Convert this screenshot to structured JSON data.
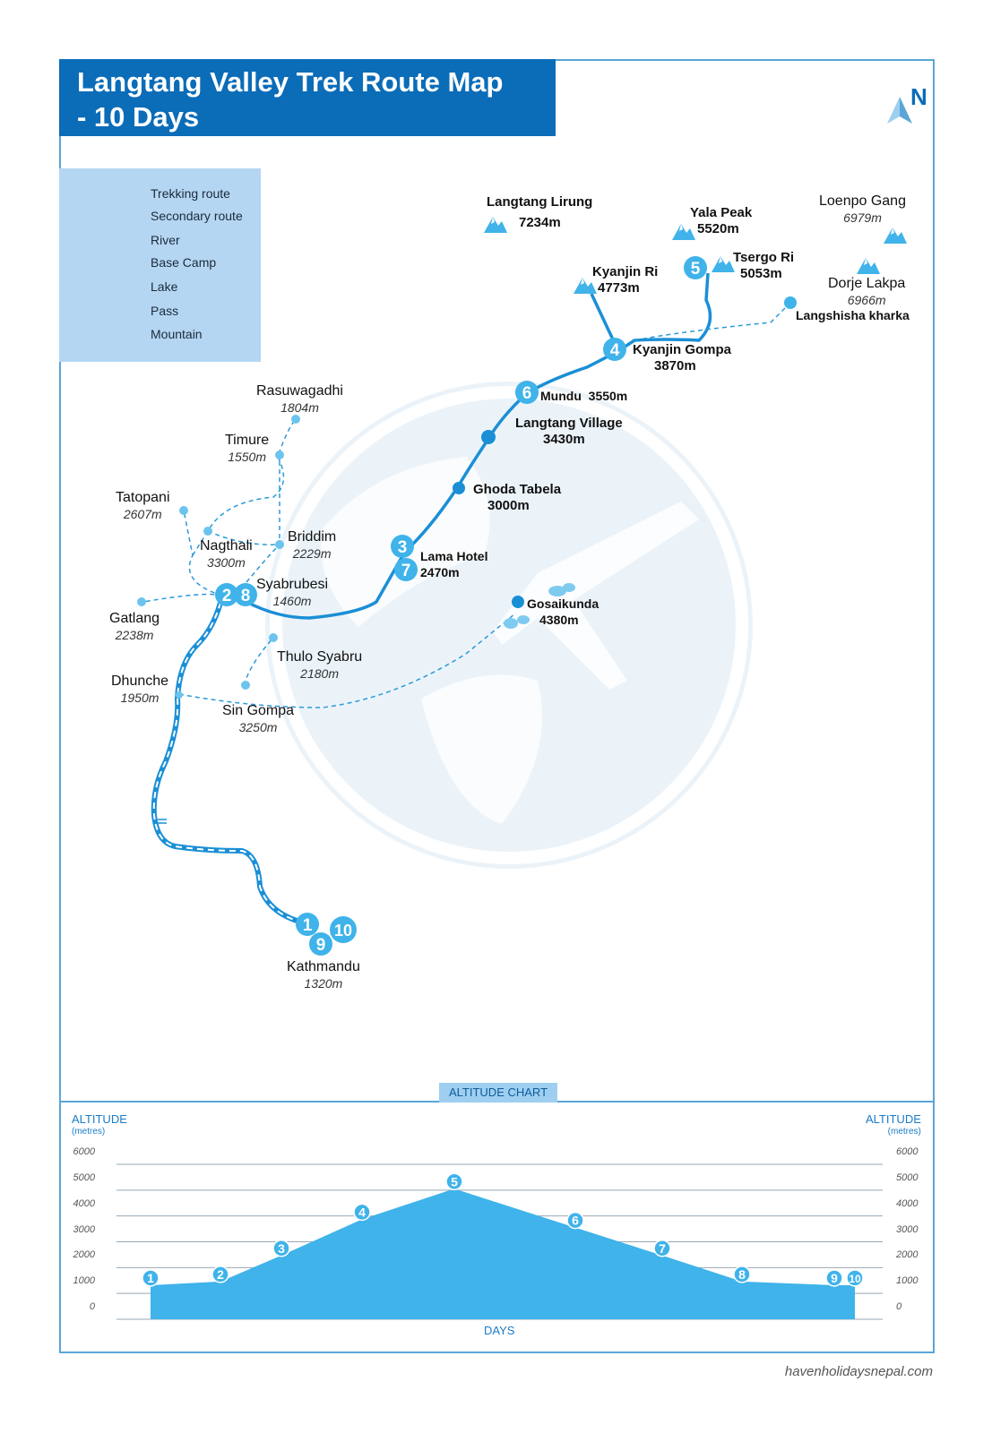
{
  "title": "Langtang Valley Trek Route Map - 10 Days",
  "title_line1": "Langtang Valley Trek Route Map",
  "title_line2": "- 10 Days",
  "north_label": "N",
  "colors": {
    "primary": "#0b6cb8",
    "route": "#1a8fd6",
    "marker": "#3fb3ea",
    "legend_bg": "#b5d6f3",
    "watermark_globe": "#dbeaf5"
  },
  "legend": {
    "items": [
      {
        "label": "Trekking route",
        "icon": "solid-line"
      },
      {
        "label": "Secondary route",
        "icon": "dashed-line"
      },
      {
        "label": "River",
        "icon": "thin-line"
      },
      {
        "label": "Base Camp",
        "icon": "base-camp-icon"
      },
      {
        "label": "Lake",
        "icon": "lake-icon"
      },
      {
        "label": "Pass",
        "icon": "pass-icon"
      },
      {
        "label": "Mountain",
        "icon": "mountain-icon"
      }
    ]
  },
  "mountains": [
    {
      "name": "Langtang Lirung",
      "altitude": "7234m"
    },
    {
      "name": "Yala Peak",
      "altitude": "5520m"
    },
    {
      "name": "Loenpo Gang",
      "altitude": "6979m"
    },
    {
      "name": "Kyanjin Ri",
      "altitude": "4773m"
    },
    {
      "name": "Tsergo Ri",
      "altitude": "5053m"
    },
    {
      "name": "Dorje Lakpa",
      "altitude": "6966m"
    }
  ],
  "places": [
    {
      "name": "Langshisha kharka",
      "altitude": ""
    },
    {
      "name": "Kyanjin Gompa",
      "altitude": "3870m"
    },
    {
      "name": "Mundu",
      "altitude": "3550m"
    },
    {
      "name": "Langtang Village",
      "altitude": "3430m"
    },
    {
      "name": "Ghoda Tabela",
      "altitude": "3000m"
    },
    {
      "name": "Lama Hotel",
      "altitude": "2470m"
    },
    {
      "name": "Gosaikunda",
      "altitude": "4380m"
    },
    {
      "name": "Rasuwagadhi",
      "altitude": "1804m"
    },
    {
      "name": "Timure",
      "altitude": "1550m"
    },
    {
      "name": "Tatopani",
      "altitude": "2607m"
    },
    {
      "name": "Nagthali",
      "altitude": "3300m"
    },
    {
      "name": "Briddim",
      "altitude": "2229m"
    },
    {
      "name": "Syabrubesi",
      "altitude": "1460m"
    },
    {
      "name": "Gatlang",
      "altitude": "2238m"
    },
    {
      "name": "Thulo Syabru",
      "altitude": "2180m"
    },
    {
      "name": "Dhunche",
      "altitude": "1950m"
    },
    {
      "name": "Sin Gompa",
      "altitude": "3250m"
    },
    {
      "name": "Kathmandu",
      "altitude": "1320m"
    }
  ],
  "day_markers": [
    "1",
    "2",
    "3",
    "4",
    "5",
    "6",
    "7",
    "8",
    "9",
    "10"
  ],
  "altitude_chart": {
    "tab_label": "ALTITUDE CHART",
    "axis_title": "ALTITUDE",
    "axis_unit": "(metres)",
    "x_label": "DAYS",
    "y_ticks": [
      "6000",
      "5000",
      "4000",
      "3000",
      "2000",
      "1000",
      "0"
    ]
  },
  "chart_data": {
    "type": "area",
    "x": [
      1,
      2,
      3,
      4,
      5,
      6,
      7,
      8,
      9,
      10
    ],
    "values": [
      1320,
      1460,
      2470,
      3870,
      5053,
      3550,
      2470,
      1460,
      1320,
      1320
    ],
    "title": "ALTITUDE CHART",
    "xlabel": "DAYS",
    "ylabel": "ALTITUDE (metres)",
    "ylim": [
      0,
      6000
    ],
    "yticks": [
      0,
      1000,
      2000,
      3000,
      4000,
      5000,
      6000
    ],
    "grid": true,
    "legend": "none"
  },
  "watermark": "havenholidaysnepal.com"
}
